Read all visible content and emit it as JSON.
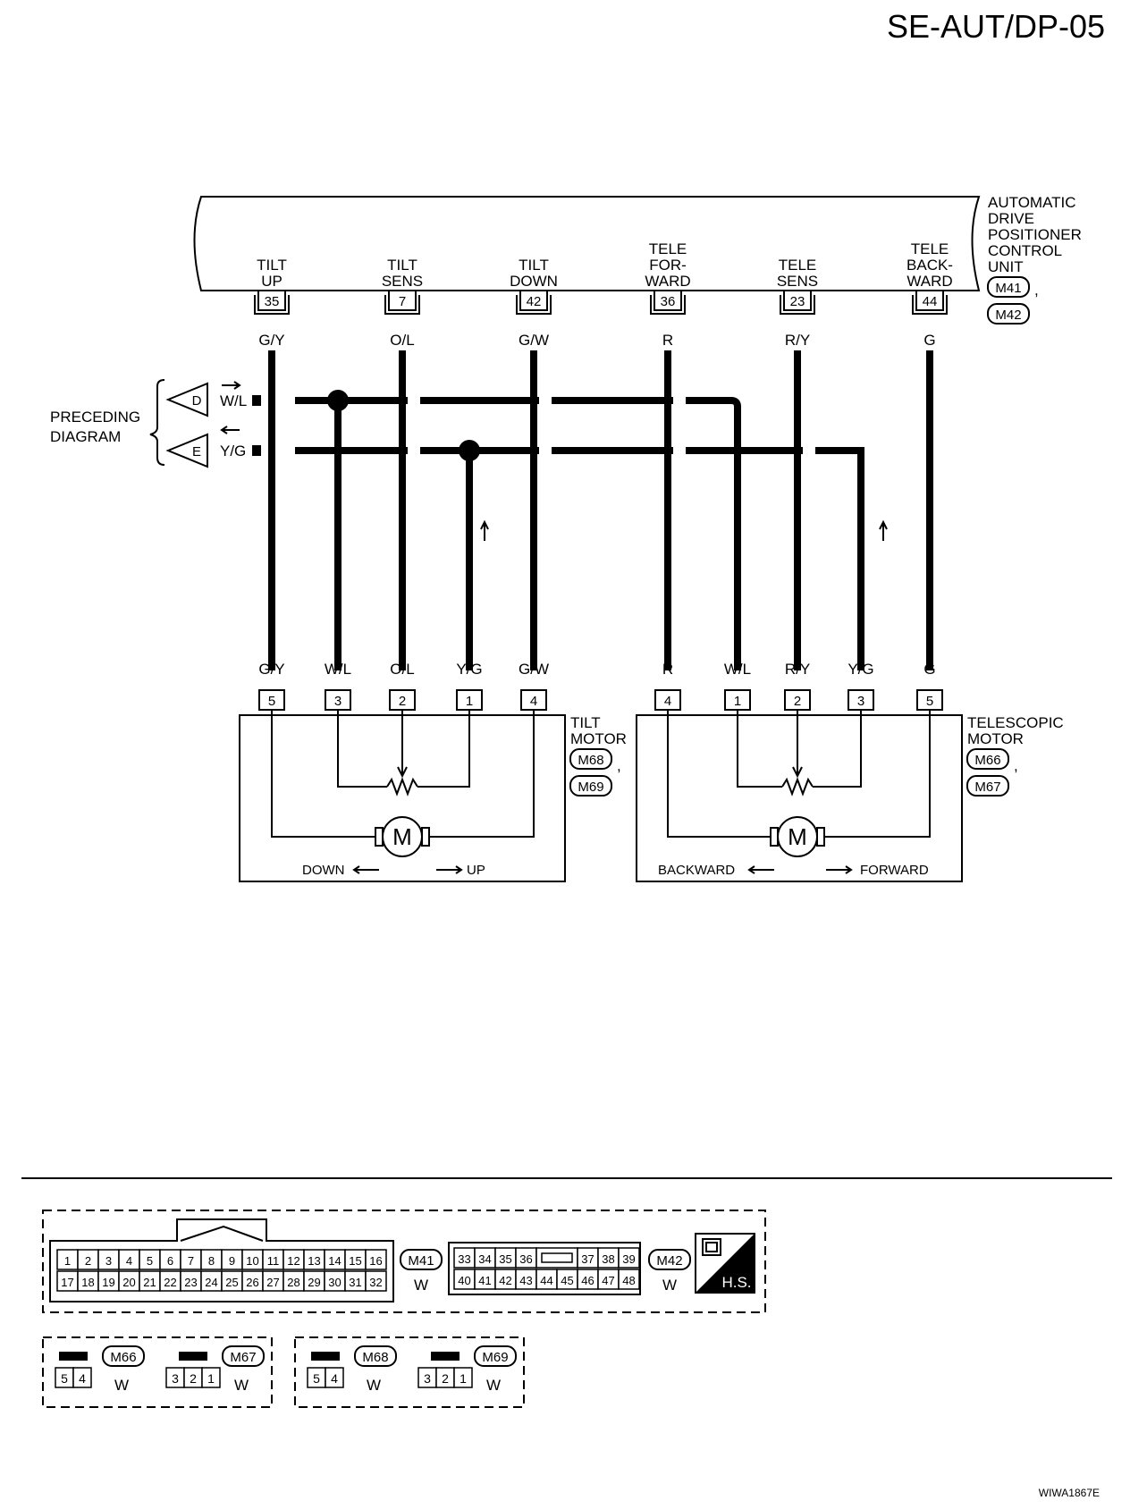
{
  "page_code": "SE-AUT/DP-05",
  "figure_id": "WIWA1867E",
  "control_unit": {
    "name_lines": [
      "AUTOMATIC",
      "DRIVE",
      "POSITIONER",
      "CONTROL",
      "UNIT"
    ],
    "connectors": [
      "M41",
      "M42"
    ],
    "terminals": [
      {
        "label_lines": [
          "TILT",
          "UP"
        ],
        "pin": "35",
        "wire": "G/Y"
      },
      {
        "label_lines": [
          "TILT",
          "SENS"
        ],
        "pin": "7",
        "wire": "O/L"
      },
      {
        "label_lines": [
          "TILT",
          "DOWN"
        ],
        "pin": "42",
        "wire": "G/W"
      },
      {
        "label_lines": [
          "TELE",
          "FOR-",
          "WARD"
        ],
        "pin": "36",
        "wire": "R"
      },
      {
        "label_lines": [
          "TELE",
          "SENS"
        ],
        "pin": "23",
        "wire": "R/Y"
      },
      {
        "label_lines": [
          "TELE",
          "BACK-",
          "WARD"
        ],
        "pin": "44",
        "wire": "G"
      }
    ]
  },
  "preceding": {
    "label_lines": [
      "PRECEDING",
      "DIAGRAM"
    ],
    "lines": [
      {
        "letter": "D",
        "wire": "W/L"
      },
      {
        "letter": "E",
        "wire": "Y/G"
      }
    ]
  },
  "tilt_motor": {
    "name_lines": [
      "TILT",
      "MOTOR"
    ],
    "connectors": [
      "M68",
      "M69"
    ],
    "pins": [
      {
        "wire": "G/Y",
        "pin": "5"
      },
      {
        "wire": "W/L",
        "pin": "3"
      },
      {
        "wire": "O/L",
        "pin": "2"
      },
      {
        "wire": "Y/G",
        "pin": "1"
      },
      {
        "wire": "G/W",
        "pin": "4"
      }
    ],
    "motor_symbol": "M",
    "dir_left": "DOWN",
    "dir_right": "UP"
  },
  "tele_motor": {
    "name_lines": [
      "TELESCOPIC",
      "MOTOR"
    ],
    "connectors": [
      "M66",
      "M67"
    ],
    "pins": [
      {
        "wire": "R",
        "pin": "4"
      },
      {
        "wire": "W/L",
        "pin": "1"
      },
      {
        "wire": "R/Y",
        "pin": "2"
      },
      {
        "wire": "Y/G",
        "pin": "3"
      },
      {
        "wire": "G",
        "pin": "5"
      }
    ],
    "motor_symbol": "M",
    "dir_left": "BACKWARD",
    "dir_right": "FORWARD"
  },
  "connector_views": {
    "m41": {
      "code": "M41",
      "color": "W",
      "row1": [
        "1",
        "2",
        "3",
        "4",
        "5",
        "6",
        "7",
        "8",
        "9",
        "10",
        "11",
        "12",
        "13",
        "14",
        "15",
        "16"
      ],
      "row2": [
        "17",
        "18",
        "19",
        "20",
        "21",
        "22",
        "23",
        "24",
        "25",
        "26",
        "27",
        "28",
        "29",
        "30",
        "31",
        "32"
      ]
    },
    "m42": {
      "code": "M42",
      "color": "W",
      "row1": [
        "33",
        "34",
        "35",
        "36",
        "",
        "37",
        "38",
        "39"
      ],
      "row2": [
        "40",
        "41",
        "42",
        "43",
        "44",
        "45",
        "46",
        "47",
        "48"
      ]
    },
    "hs_label": "H.S.",
    "small": [
      {
        "code": "M66",
        "color": "W",
        "pins": [
          "5",
          "4"
        ]
      },
      {
        "code": "M67",
        "color": "W",
        "pins": [
          "3",
          "2",
          "1"
        ]
      },
      {
        "code": "M68",
        "color": "W",
        "pins": [
          "5",
          "4"
        ]
      },
      {
        "code": "M69",
        "color": "W",
        "pins": [
          "3",
          "2",
          "1"
        ]
      }
    ]
  }
}
